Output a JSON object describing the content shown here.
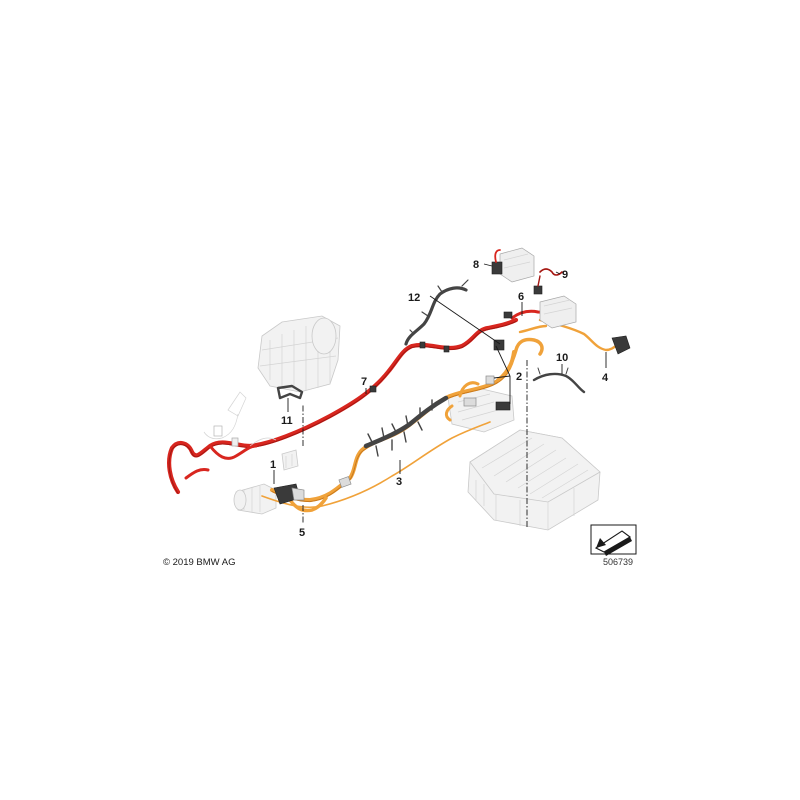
{
  "diagram": {
    "copyright": "© 2019 BMW AG",
    "reference_number": "506739",
    "callouts": [
      {
        "id": "1",
        "label": "1"
      },
      {
        "id": "2",
        "label": "2"
      },
      {
        "id": "3",
        "label": "3"
      },
      {
        "id": "4",
        "label": "4"
      },
      {
        "id": "5",
        "label": "5"
      },
      {
        "id": "6",
        "label": "6"
      },
      {
        "id": "7",
        "label": "7"
      },
      {
        "id": "8",
        "label": "8"
      },
      {
        "id": "9",
        "label": "9"
      },
      {
        "id": "10",
        "label": "10"
      },
      {
        "id": "11",
        "label": "11"
      },
      {
        "id": "12",
        "label": "12"
      }
    ],
    "colors": {
      "hv_cable_orange": "#f0a23a",
      "cable_red": "#d8261f",
      "ghost_component": "#f2f2f2",
      "bracket": "#444444"
    },
    "icons": [
      "direction-arrow-icon"
    ]
  }
}
